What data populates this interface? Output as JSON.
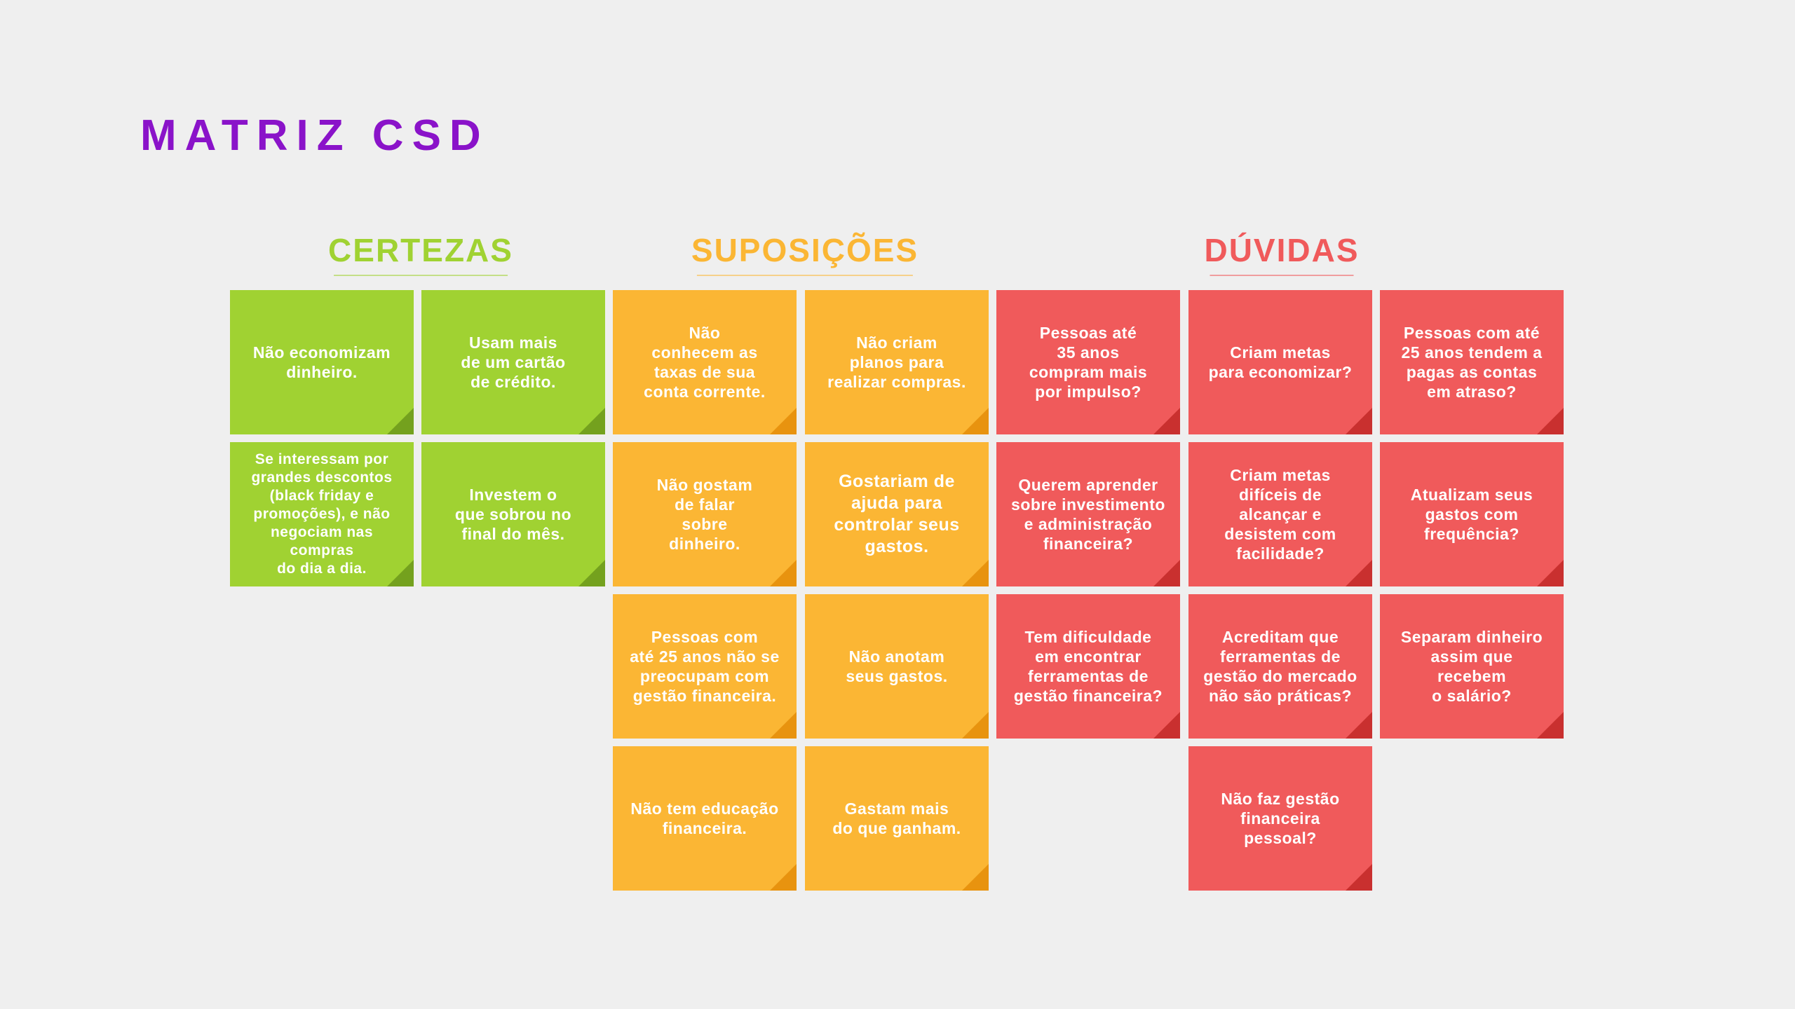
{
  "title": "MATRIZ CSD",
  "colors": {
    "title": "#8a13c9",
    "certezas": "#a0d232",
    "certezas_fold": "#74a11e",
    "suposicoes": "#fbb634",
    "suposicoes_fold": "#e8930f",
    "duvidas": "#f05a5b",
    "duvidas_fold": "#c9302f"
  },
  "columns": {
    "certezas": {
      "heading": "CERTEZAS",
      "notes": [
        "Não economizam\ndinheiro.",
        "Usam mais\nde um cartão\nde crédito.",
        "Se interessam por\ngrandes descontos\n(black friday e\npromoções), e não\nnegociam nas\ncompras\ndo dia a dia.",
        "Investem o\nque sobrou no\nfinal do mês."
      ]
    },
    "suposicoes": {
      "heading": "SUPOSIÇÕES",
      "notes": [
        "Não\nconhecem as\ntaxas de sua\nconta corrente.",
        "Não criam\nplanos para\nrealizar compras.",
        "Não gostam\nde falar\nsobre\ndinheiro.",
        "Gostariam de\najuda para\ncontrolar seus\ngastos.",
        "Pessoas com\naté 25 anos não se\npreocupam com\ngestão financeira.",
        "Não anotam\nseus gastos.",
        "Não tem educação\nfinanceira.",
        "Gastam mais\ndo que ganham."
      ]
    },
    "duvidas": {
      "heading": "DÚVIDAS",
      "notes": [
        "Pessoas até\n35 anos\ncompram mais\npor impulso?",
        "Criam metas\npara economizar?",
        "Pessoas com até\n25 anos tendem a\npagas as contas\nem atraso?",
        "Querem aprender\nsobre investimento\ne administração\nfinanceira?",
        "Criam metas\ndifíceis de\nalcançar e\ndesistem com\nfacilidade?",
        "Atualizam seus\ngastos com\nfrequência?",
        "Tem dificuldade\nem encontrar\nferramentas de\ngestão financeira?",
        "Acreditam que\nferramentas de\ngestão do mercado\nnão são práticas?",
        "Separam dinheiro\nassim que\nrecebem\no salário?",
        "Não faz gestão\nfinanceira\npessoal?"
      ]
    }
  }
}
